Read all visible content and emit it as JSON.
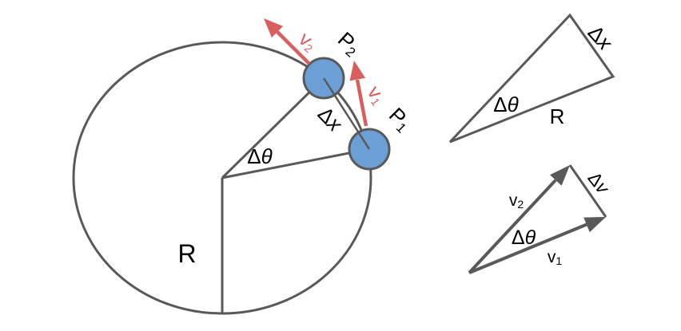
{
  "colors": {
    "line": "#595959",
    "accent_red": "#d95f5f",
    "ball_fill": "#6b9fd6",
    "label_text": "#000000",
    "background": "#ffffff"
  },
  "main": {
    "v2": {
      "base": "v",
      "sub": "2"
    },
    "p2": {
      "base": "P",
      "sub": "2"
    },
    "v1": {
      "base": "v",
      "sub": "1"
    },
    "p1": {
      "base": "P",
      "sub": "1"
    },
    "dx": {
      "delta": "Δ",
      "var": "x"
    },
    "dtheta": {
      "delta": "Δ",
      "var": "θ"
    },
    "r": "R"
  },
  "tri_geom": {
    "dx": {
      "delta": "Δ",
      "var": "x"
    },
    "dtheta": {
      "delta": "Δ",
      "var": "θ"
    },
    "r": "R"
  },
  "tri_vec": {
    "v2": {
      "base": "v",
      "sub": "2"
    },
    "v1": {
      "base": "v",
      "sub": "1"
    },
    "dtheta": {
      "delta": "Δ",
      "var": "θ"
    },
    "dv": {
      "delta": "Δ",
      "var": "v"
    }
  }
}
